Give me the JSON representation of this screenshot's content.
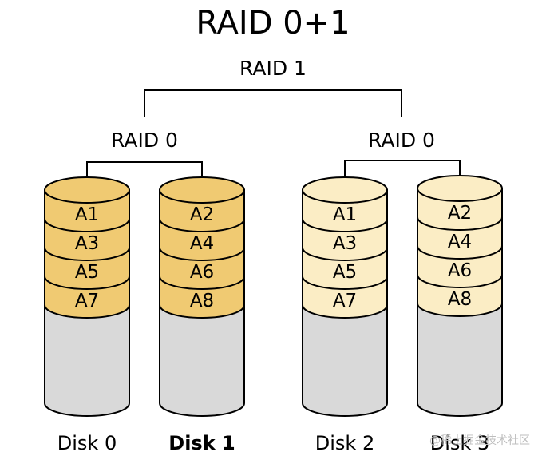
{
  "title": "RAID 0+1",
  "mirror_label": "RAID 1",
  "groups": [
    {
      "label": "RAID 0",
      "fill_color": "#f0ca72",
      "disks": [
        {
          "label": "Disk 0",
          "blocks": [
            "A1",
            "A3",
            "A5",
            "A7"
          ]
        },
        {
          "label": "Disk 1",
          "blocks": [
            "A2",
            "A4",
            "A6",
            "A8"
          ]
        }
      ]
    },
    {
      "label": "RAID 0",
      "fill_color": "#fbedc5",
      "disks": [
        {
          "label": "Disk 2",
          "blocks": [
            "A1",
            "A3",
            "A5",
            "A7"
          ]
        },
        {
          "label": "Disk 3",
          "blocks": [
            "A2",
            "A4",
            "A6",
            "A8"
          ]
        }
      ]
    }
  ],
  "colors": {
    "empty_space": "#d9d9d9",
    "outline": "#000000"
  },
  "watermark": "@稀土掘金技术社区"
}
